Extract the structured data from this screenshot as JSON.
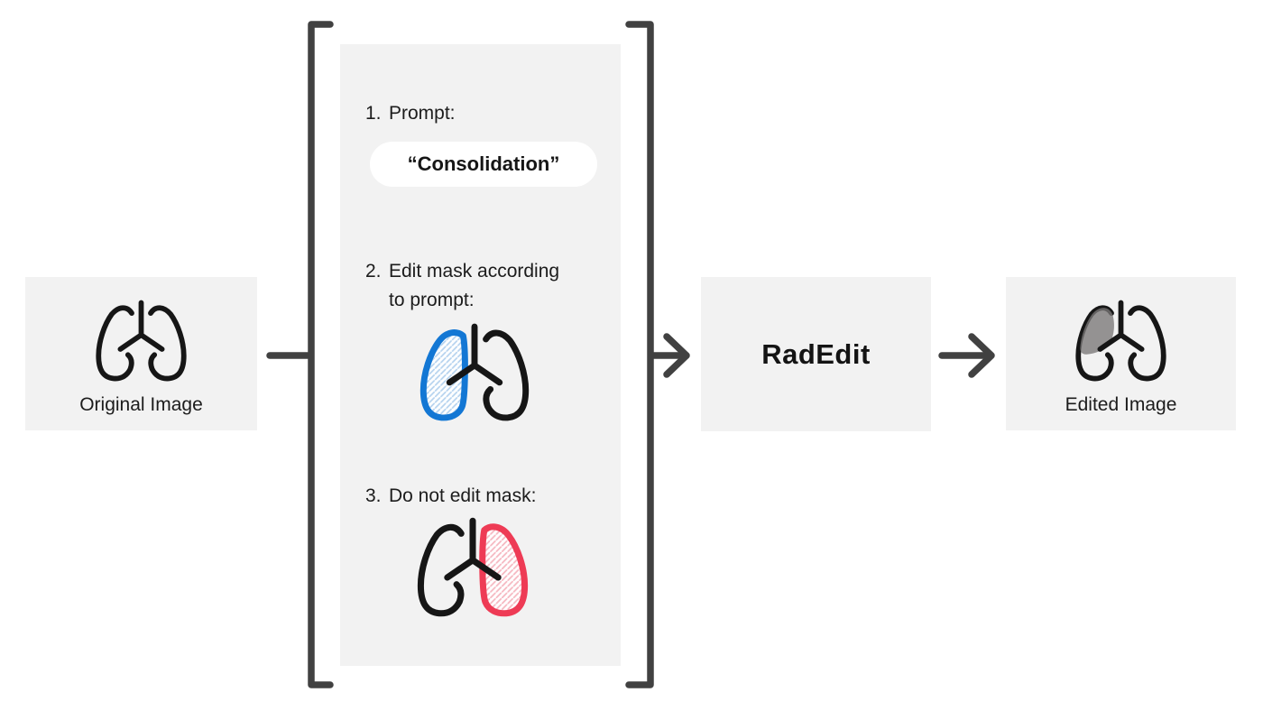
{
  "figure": {
    "original_box": {
      "label": "Original Image",
      "icon": "lungs-icon"
    },
    "panel": {
      "steps": [
        {
          "number": "1.",
          "label": "Prompt:"
        },
        {
          "number": "2.",
          "label": "Edit mask according to prompt:"
        },
        {
          "number": "3.",
          "label": "Do not edit mask:"
        }
      ],
      "prompt_pill_text": "“Consolidation”"
    },
    "model_box": {
      "label": "RadEdit"
    },
    "edited_box": {
      "label": "Edited Image",
      "icon": "lungs-edited-icon"
    },
    "colors": {
      "box_background": "#f2f2f2",
      "connector_gray": "#414141",
      "icon_stroke_black": "#161616",
      "edit_mask_blue": "#1377d4",
      "edit_mask_hatch_blue": "#b6d3ef",
      "keep_mask_red": "#ee3b55",
      "keep_mask_hatch_pink": "#f6b8c1",
      "edited_region_gray": "#9a9797",
      "pill_background": "#ffffff"
    }
  }
}
